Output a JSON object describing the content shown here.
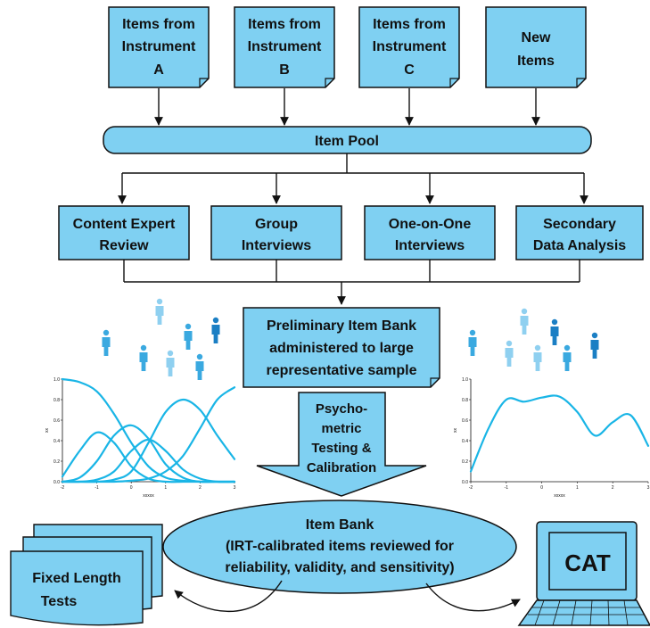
{
  "colors": {
    "fill": "#7fd0f2",
    "stroke": "#111111",
    "curve": "#19b5e6",
    "person_dark": "#1b7fc4",
    "person_mid": "#3aa9e0",
    "person_light": "#8fd0f0"
  },
  "sources": [
    {
      "l1": "Items from",
      "l2": "Instrument",
      "l3": "A"
    },
    {
      "l1": "Items from",
      "l2": "Instrument",
      "l3": "B"
    },
    {
      "l1": "Items from",
      "l2": "Instrument",
      "l3": "C"
    },
    {
      "l1": "New",
      "l2": "Items",
      "l3": ""
    }
  ],
  "item_pool": "Item Pool",
  "methods": [
    {
      "l1": "Content Expert",
      "l2": "Review"
    },
    {
      "l1": "Group",
      "l2": "Interviews"
    },
    {
      "l1": "One-on-One",
      "l2": "Interviews"
    },
    {
      "l1": "Secondary",
      "l2": "Data Analysis"
    }
  ],
  "preliminary": {
    "l1": "Preliminary Item Bank",
    "l2": "administered to large",
    "l3": "representative sample"
  },
  "psychometric": {
    "l1": "Psycho-",
    "l2": "metric",
    "l3": "Testing &",
    "l4": "Calibration"
  },
  "item_bank": {
    "l1": "Item Bank",
    "l2": "(IRT-calibrated items reviewed for",
    "l3": "reliability, validity, and sensitivity)"
  },
  "fixed_length": {
    "l1": "Fixed Length",
    "l2": "Tests"
  },
  "cat": "CAT",
  "chart_data": [
    {
      "type": "line",
      "xlabel": "xxxxx",
      "ylabel": "xx",
      "xlim": [
        -2,
        3
      ],
      "ylim": [
        0,
        1.0
      ],
      "xticks": [
        "-2",
        "-1",
        "0",
        "1",
        "2",
        "3"
      ],
      "yticks": [
        "0.0",
        "0.2",
        "0.4",
        "0.6",
        "0.8",
        "1.0"
      ],
      "series": [
        {
          "x": [
            -2,
            -1.5,
            -1,
            -0.5,
            0,
            0.5,
            1,
            1.5,
            2,
            2.5,
            3
          ],
          "y": [
            1.0,
            0.97,
            0.88,
            0.66,
            0.38,
            0.15,
            0.04,
            0.01,
            0.0,
            0.0,
            0.0
          ]
        },
        {
          "x": [
            -2,
            -1.5,
            -1,
            -0.5,
            0,
            0.5,
            1,
            1.5,
            2,
            2.5,
            3
          ],
          "y": [
            0.05,
            0.3,
            0.48,
            0.38,
            0.15,
            0.03,
            0.0,
            0.0,
            0.0,
            0.0,
            0.0
          ]
        },
        {
          "x": [
            -2,
            -1.5,
            -1,
            -0.5,
            0,
            0.5,
            1,
            1.5,
            2,
            2.5,
            3
          ],
          "y": [
            0.0,
            0.04,
            0.2,
            0.45,
            0.55,
            0.42,
            0.17,
            0.04,
            0.0,
            0.0,
            0.0
          ]
        },
        {
          "x": [
            -2,
            -1.5,
            -1,
            -0.5,
            0,
            0.5,
            1,
            1.5,
            2,
            2.5,
            3
          ],
          "y": [
            0.0,
            0.0,
            0.02,
            0.1,
            0.3,
            0.41,
            0.3,
            0.12,
            0.03,
            0.0,
            0.0
          ]
        },
        {
          "x": [
            -2,
            -1.5,
            -1,
            -0.5,
            0,
            0.5,
            1,
            1.5,
            2,
            2.5,
            3
          ],
          "y": [
            0.0,
            0.0,
            0.0,
            0.02,
            0.1,
            0.38,
            0.68,
            0.8,
            0.7,
            0.45,
            0.22
          ]
        },
        {
          "x": [
            -2,
            -1.5,
            -1,
            -0.5,
            0,
            0.5,
            1,
            1.5,
            2,
            2.5,
            3
          ],
          "y": [
            0.0,
            0.0,
            0.0,
            0.0,
            0.01,
            0.03,
            0.1,
            0.25,
            0.52,
            0.8,
            0.92
          ]
        }
      ]
    },
    {
      "type": "line",
      "xlabel": "xxxxx",
      "ylabel": "xx",
      "xlim": [
        -2,
        3
      ],
      "ylim": [
        0,
        1.0
      ],
      "xticks": [
        "-2",
        "-1",
        "0",
        "1",
        "2",
        "3"
      ],
      "yticks": [
        "0.0",
        "0.2",
        "0.4",
        "0.6",
        "0.8",
        "1.0"
      ],
      "series": [
        {
          "x": [
            -2,
            -1.5,
            -1,
            -0.5,
            0,
            0.5,
            1,
            1.5,
            2,
            2.5,
            3
          ],
          "y": [
            0.1,
            0.52,
            0.8,
            0.78,
            0.82,
            0.83,
            0.68,
            0.45,
            0.58,
            0.65,
            0.35
          ]
        }
      ]
    }
  ]
}
